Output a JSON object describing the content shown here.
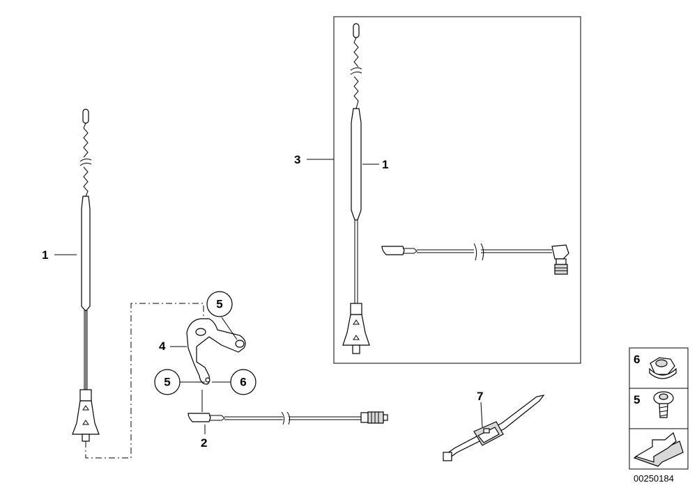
{
  "callouts": {
    "left_antenna": "1",
    "kit_antenna": "1",
    "kit": "3",
    "cable": "2",
    "bracket": "4",
    "bracket_top_screw": "5",
    "bracket_bottom_screw": "5",
    "bracket_nut": "6",
    "cable_tie": "7"
  },
  "legend": {
    "nut_number": "6",
    "screw_number": "5"
  },
  "reference_number": "00250184"
}
